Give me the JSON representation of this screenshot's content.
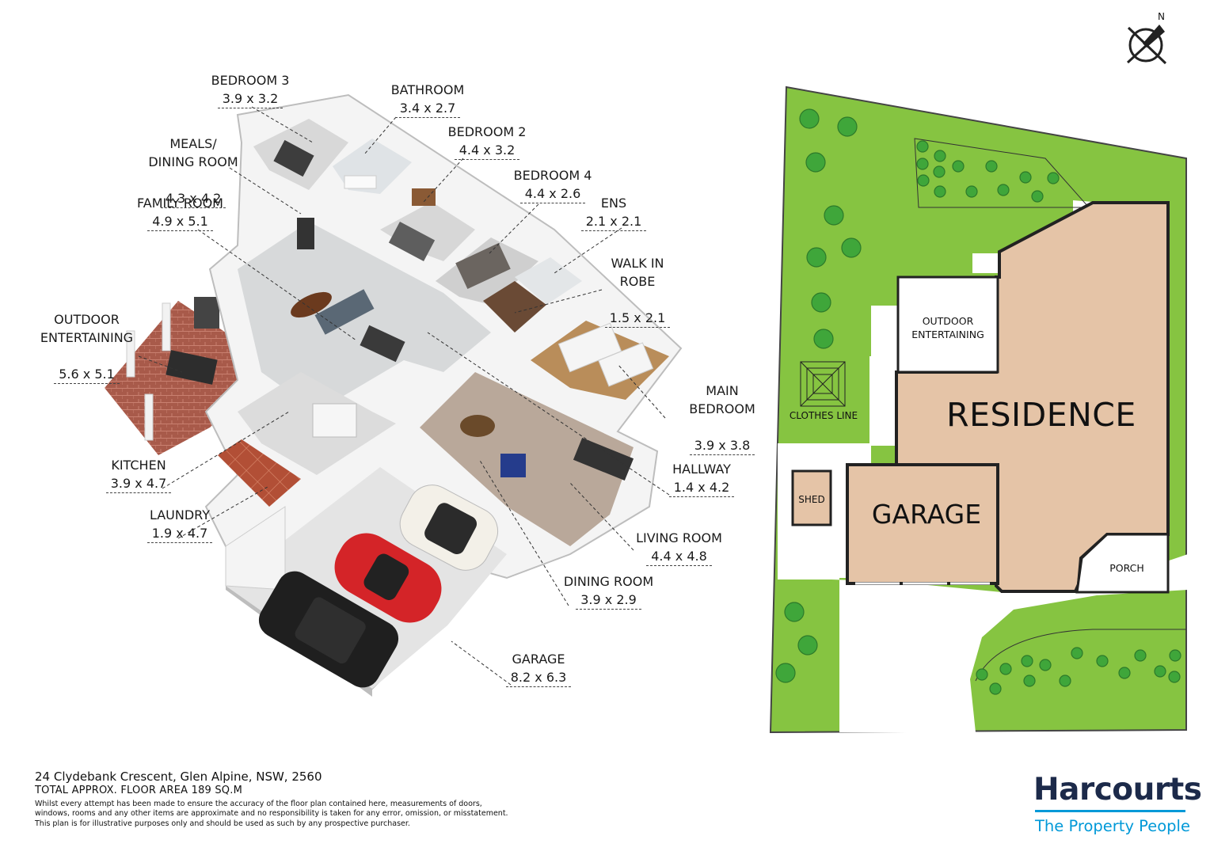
{
  "rooms": [
    {
      "id": "bedroom3",
      "name": "BEDROOM 3",
      "dims": "3.9 x 3.2"
    },
    {
      "id": "bathroom",
      "name": "BATHROOM",
      "dims": "3.4 x 2.7"
    },
    {
      "id": "meals",
      "name": "MEALS/\nDINING ROOM",
      "dims": "4.3 x 4.2"
    },
    {
      "id": "bedroom2",
      "name": "BEDROOM 2",
      "dims": "4.4 x 3.2"
    },
    {
      "id": "bedroom4",
      "name": "BEDROOM 4",
      "dims": "4.4 x 2.6"
    },
    {
      "id": "family",
      "name": "FAMILY ROOM",
      "dims": "4.9 x 5.1"
    },
    {
      "id": "ens",
      "name": "ENS",
      "dims": "2.1 x 2.1"
    },
    {
      "id": "walkin",
      "name": "WALK IN\nROBE",
      "dims": "1.5 x 2.1"
    },
    {
      "id": "outdoor",
      "name": "OUTDOOR\nENTERTAINING",
      "dims": "5.6 x  5.1"
    },
    {
      "id": "main",
      "name": "MAIN\nBEDROOM",
      "dims": "3.9 x 3.8"
    },
    {
      "id": "kitchen",
      "name": "KITCHEN",
      "dims": "3.9 x 4.7"
    },
    {
      "id": "hallway",
      "name": "HALLWAY",
      "dims": "1.4 x 4.2"
    },
    {
      "id": "laundry",
      "name": "LAUNDRY",
      "dims": "1.9 x 4.7"
    },
    {
      "id": "living",
      "name": "LIVING ROOM",
      "dims": "4.4 x 4.8"
    },
    {
      "id": "dining",
      "name": "DINING ROOM",
      "dims": "3.9 x 2.9"
    },
    {
      "id": "garage",
      "name": "GARAGE",
      "dims": "8.2 x 6.3"
    }
  ],
  "site": {
    "compass": "N",
    "outdoor": "OUTDOOR\nENTERTAINING",
    "clothes": "CLOTHES LINE",
    "residence": "RESIDENCE",
    "shed": "SHED",
    "garage": "GARAGE",
    "porch": "PORCH"
  },
  "footer": {
    "address": "24 Clydebank Crescent, Glen Alpine, NSW, 2560",
    "area": "TOTAL APPROX. FLOOR AREA 189 SQ.M",
    "disclaimer": [
      "Whilst every attempt has been made to ensure the accuracy of the floor plan contained here, measurements of doors,",
      "windows, rooms and any other items are approximate and no responsibility is taken for any error, omission, or misstatement.",
      "This plan is for illustrative purposes only and should be used as such by any prospective purchaser."
    ]
  },
  "brand": {
    "name": "Harcourts",
    "tagline": "The Property People"
  },
  "colors": {
    "lawn": "#86c441",
    "residence": "#e5c4a7",
    "outline": "#222222",
    "brand_navy": "#1c2a4a",
    "brand_blue": "#0099d8",
    "brick": "#a85a4a",
    "wood": "#b98d5a"
  }
}
